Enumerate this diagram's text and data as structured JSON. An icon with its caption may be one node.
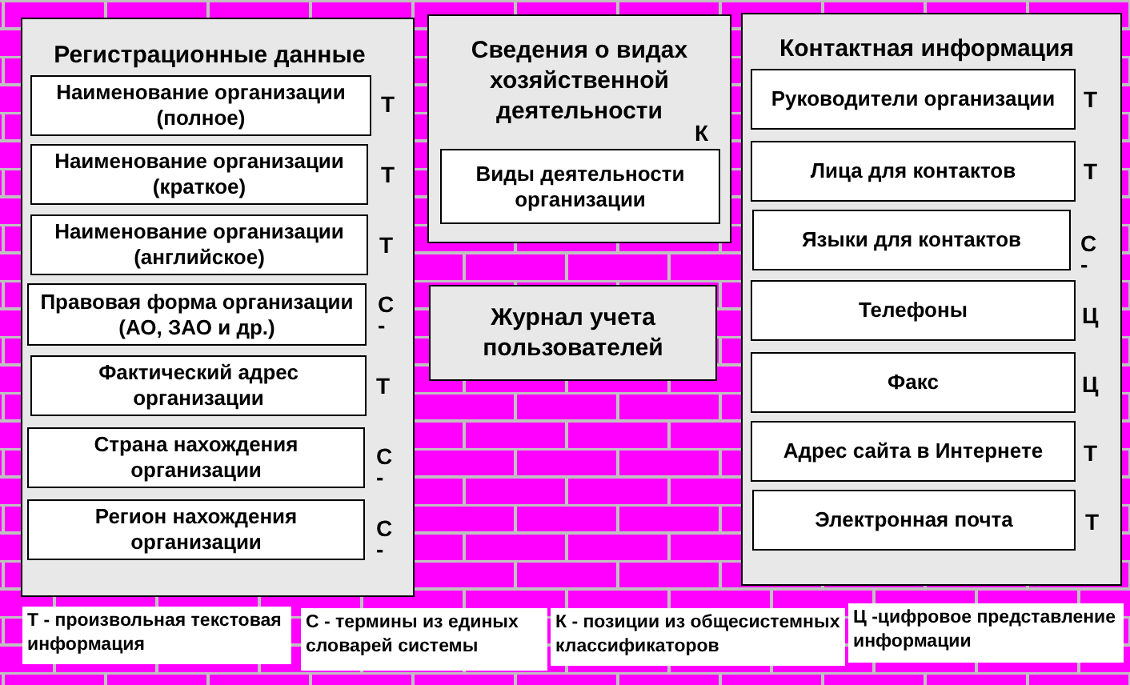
{
  "diagram": {
    "nodes": [
      {
        "text": [
          "Регистрационные данные"
        ]
      },
      {
        "text": [
          "Наименование организации (полное)"
        ],
        "in": 0,
        "beside": [
          "Т"
        ]
      },
      {
        "text": [
          "Наименование организации (краткое)"
        ],
        "in": 0,
        "beside": [
          "Т"
        ]
      },
      {
        "text": [
          "Наименование организации (английское)"
        ],
        "in": 0,
        "beside": [
          "Т"
        ]
      },
      {
        "text": [
          "Правовая форма организации (АО, ЗАО и др.)"
        ],
        "in": 0,
        "beside": [
          "С",
          "-"
        ]
      },
      {
        "text": [
          "Фактический адрес организации"
        ],
        "in": 0,
        "beside": [
          "Т"
        ]
      },
      {
        "text": [
          "Страна нахождения организации"
        ],
        "in": 0,
        "beside": [
          "С",
          "-"
        ]
      },
      {
        "text": [
          "Регион нахождения организации"
        ],
        "in": 0,
        "beside": [
          "С",
          "-"
        ]
      },
      {
        "text": [
          "Сведения о видах хозяйственной деятельности"
        ]
      },
      {
        "text": [
          "Виды деятельности организации"
        ],
        "in": 8,
        "beside": [
          "К"
        ]
      },
      {
        "text": [
          "Журнал учета пользователей"
        ]
      },
      {
        "text": [
          "Контактная информация"
        ]
      },
      {
        "text": [
          "Руководители организации"
        ],
        "in": 11,
        "beside": [
          "Т"
        ]
      },
      {
        "text": [
          "Лица для контактов"
        ],
        "in": 11,
        "beside": [
          "Т"
        ]
      },
      {
        "text": [
          "Языки для контактов"
        ],
        "in": 11,
        "beside": [
          "С",
          "-"
        ]
      },
      {
        "text": [
          "Телефоны"
        ],
        "in": 11,
        "beside": [
          "Ц"
        ]
      },
      {
        "text": [
          "Факс"
        ],
        "in": 11,
        "beside": [
          "Ц"
        ]
      },
      {
        "text": [
          "Адрес сайта в Интернете"
        ],
        "in": 11,
        "beside": [
          "Т"
        ]
      },
      {
        "text": [
          "Электронная почта"
        ],
        "in": 11,
        "beside": [
          "Т"
        ]
      },
      {
        "text": [
          "Т - произвольная текстовая информация"
        ]
      },
      {
        "text": [
          "С - термины из единых словарей системы"
        ]
      },
      {
        "text": [
          "К - позиции из общесистемных классификаторов"
        ]
      },
      {
        "text": [
          "Ц -цифровое представление информации"
        ]
      }
    ]
  }
}
